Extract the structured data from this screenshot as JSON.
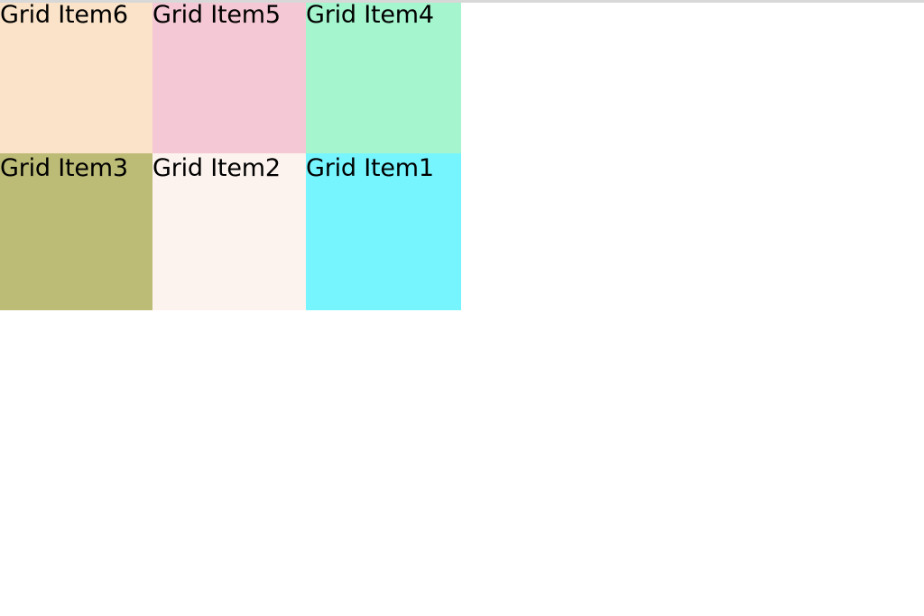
{
  "page": {
    "background_color": "#ffffff",
    "top_rule_color": "#d8d8d8"
  },
  "grid": {
    "columns": 3,
    "rows": 2,
    "text_color": "#000000",
    "cells": [
      {
        "label": "Grid Item6",
        "background_color": "#fae3c8"
      },
      {
        "label": "Grid Item5",
        "background_color": "#f5c8d5"
      },
      {
        "label": "Grid Item4",
        "background_color": "#a5f5ce"
      },
      {
        "label": "Grid Item3",
        "background_color": "#bdbc77"
      },
      {
        "label": "Grid Item2",
        "background_color": "#fdf3ee"
      },
      {
        "label": "Grid Item1",
        "background_color": "#77f5ff"
      }
    ]
  }
}
